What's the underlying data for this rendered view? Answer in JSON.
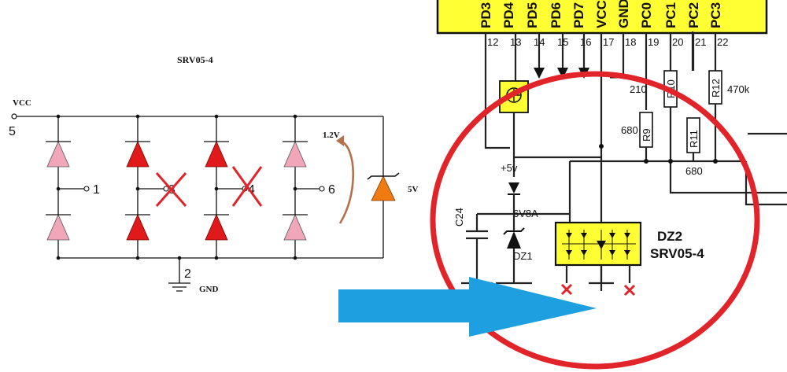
{
  "schematic": {
    "title": "SRV05-4",
    "vcc_label": "VCC",
    "vcc_pin": "5",
    "pin_1": "1",
    "pin_3": "3",
    "pin_4": "4",
    "pin_6": "6",
    "gnd_pin": "2",
    "gnd_label": "GND",
    "voltage_clamp": "1.2V",
    "voltage_zener": "5V"
  },
  "board": {
    "header_pins": [
      "PD3",
      "PD4",
      "PD5",
      "PD6",
      "PD7",
      "VCC",
      "GND",
      "PC0",
      "PC1",
      "PC2",
      "PC3"
    ],
    "pin_numbers": [
      "12",
      "13",
      "14",
      "15",
      "16",
      "17",
      "18",
      "19",
      "20",
      "21",
      "22"
    ],
    "r_label_r12": "R12",
    "r_label_470k": "470k",
    "r_label_r10": "R10",
    "r_label_r11": "R11",
    "r_label_r9": "R9",
    "r_label_680_a": "680",
    "r_label_680_b": "680",
    "r_label_210": "210",
    "plus5v": "+5v",
    "c24": "C24",
    "dz1_value": "6V8A",
    "dz1": "DZ1",
    "dz2": "DZ2",
    "dz2_part": "SRV05-4"
  },
  "colors": {
    "diode_pink": "#f2a6b9",
    "diode_red": "#e01a1a",
    "zener_orange": "#f07b12",
    "header_yellow": "#ffff33",
    "circle_red": "#e0242a",
    "arrow_blue": "#1ea0e0",
    "curve_brown": "#b5704a"
  }
}
